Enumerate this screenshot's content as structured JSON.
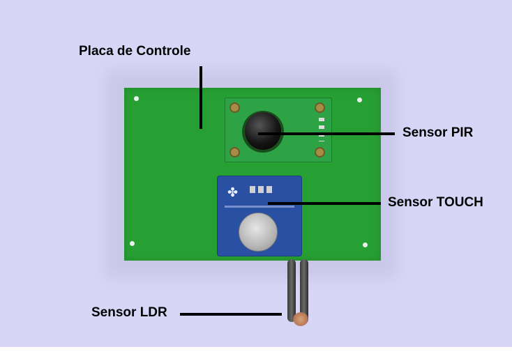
{
  "labels": {
    "control_board": "Placa de Controle",
    "pir_sensor": "Sensor PIR",
    "touch_sensor": "Sensor TOUCH",
    "ldr_sensor": "Sensor LDR"
  },
  "colors": {
    "background": "#d8d6f7",
    "board": "#27a033",
    "touch_module": "#2a50a3",
    "callout": "#000000"
  }
}
